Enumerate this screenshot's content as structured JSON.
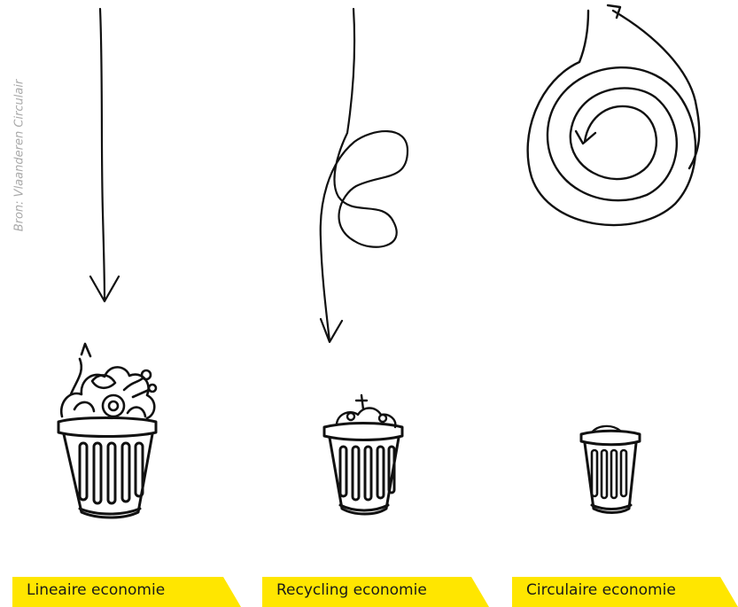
{
  "source_note": "Bron: Vlaanderen Circulair",
  "columns": [
    {
      "label": "Lineaire economie"
    },
    {
      "label": "Recycling economie"
    },
    {
      "label": "Circulaire economie"
    }
  ],
  "colors": {
    "label_bg": "#ffe600",
    "ink": "#111111",
    "source_text": "#a9a9a9"
  },
  "icons": [
    "straight-arrow",
    "looped-arrow",
    "spiral-arrow",
    "trash-bin"
  ]
}
